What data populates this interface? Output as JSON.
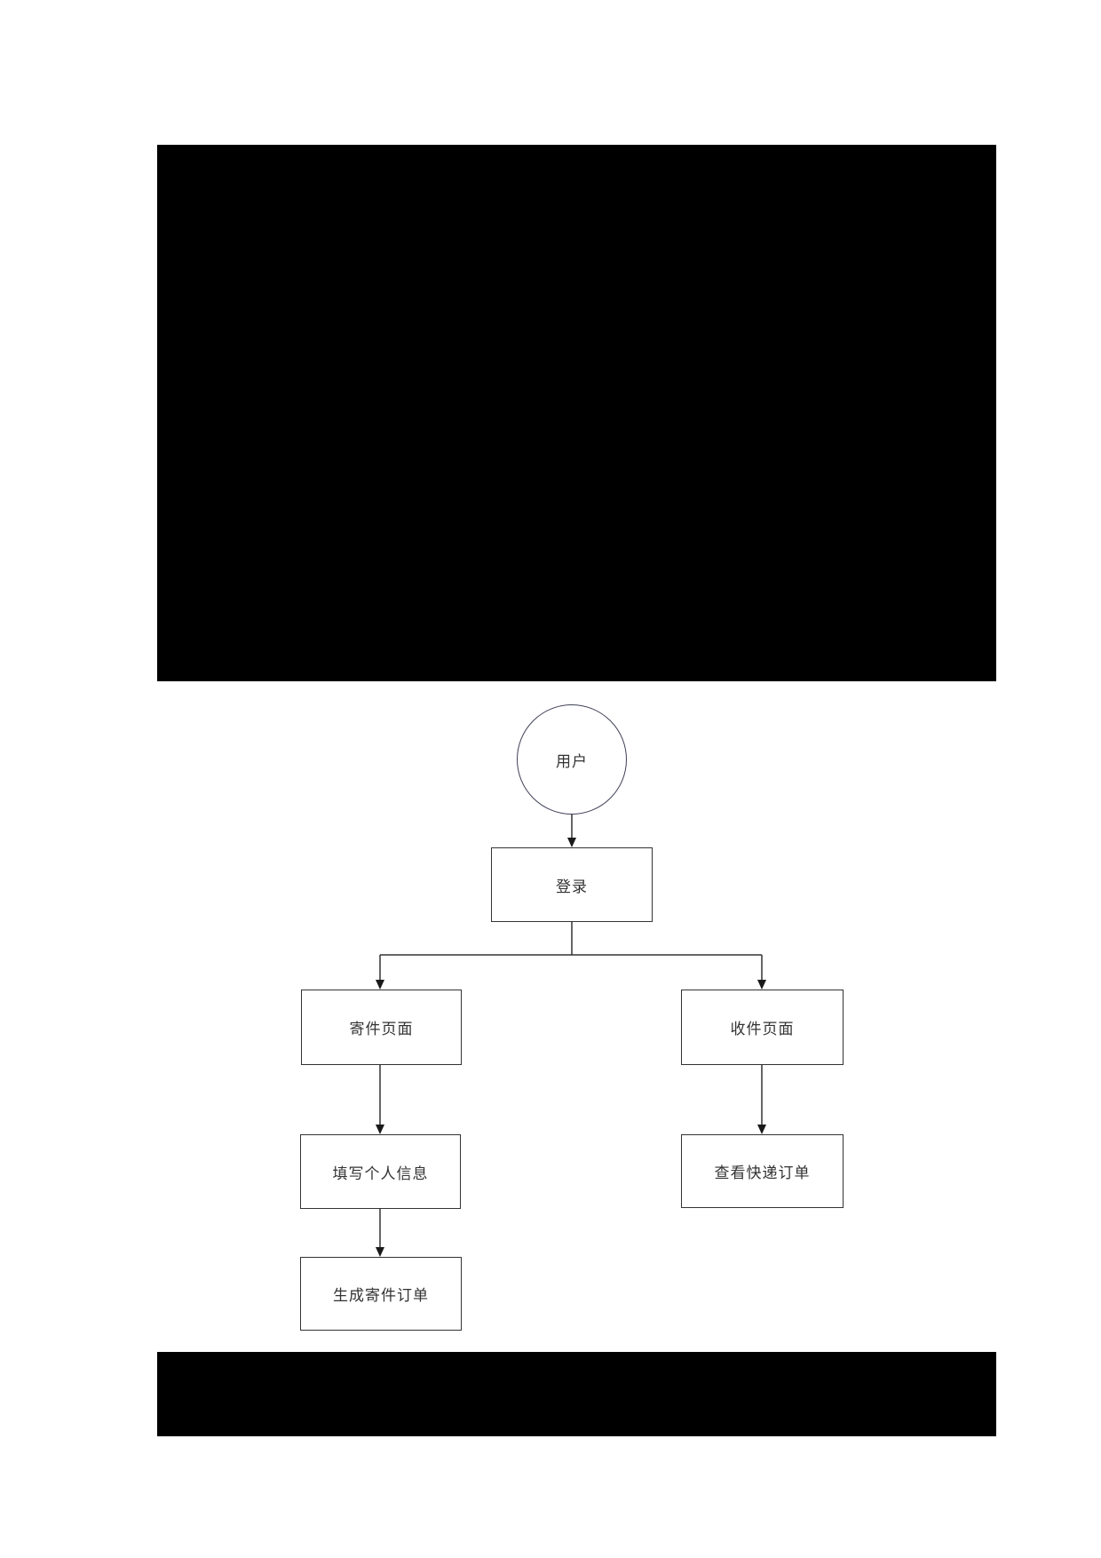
{
  "page": {
    "background_color": "#ffffff",
    "redacted_block_color": "#000000"
  },
  "diagram": {
    "colors": {
      "line": "#333333",
      "box_border": "#333333",
      "circle_stroke": "#3f4157",
      "text": "#333333"
    },
    "nodes": [
      {
        "id": "user",
        "shape": "circle",
        "label": "用户"
      },
      {
        "id": "login",
        "shape": "rect",
        "label": "登录"
      },
      {
        "id": "send-page",
        "shape": "rect",
        "label": "寄件页面"
      },
      {
        "id": "receive-page",
        "shape": "rect",
        "label": "收件页面"
      },
      {
        "id": "fill-info",
        "shape": "rect",
        "label": "填写个人信息"
      },
      {
        "id": "view-order",
        "shape": "rect",
        "label": "查看快递订单"
      },
      {
        "id": "create-order",
        "shape": "rect",
        "label": "生成寄件订单"
      }
    ],
    "edges": [
      {
        "from": "user",
        "to": "login"
      },
      {
        "from": "login",
        "to": "send-page"
      },
      {
        "from": "login",
        "to": "receive-page"
      },
      {
        "from": "send-page",
        "to": "fill-info"
      },
      {
        "from": "fill-info",
        "to": "create-order"
      },
      {
        "from": "receive-page",
        "to": "view-order"
      }
    ]
  }
}
